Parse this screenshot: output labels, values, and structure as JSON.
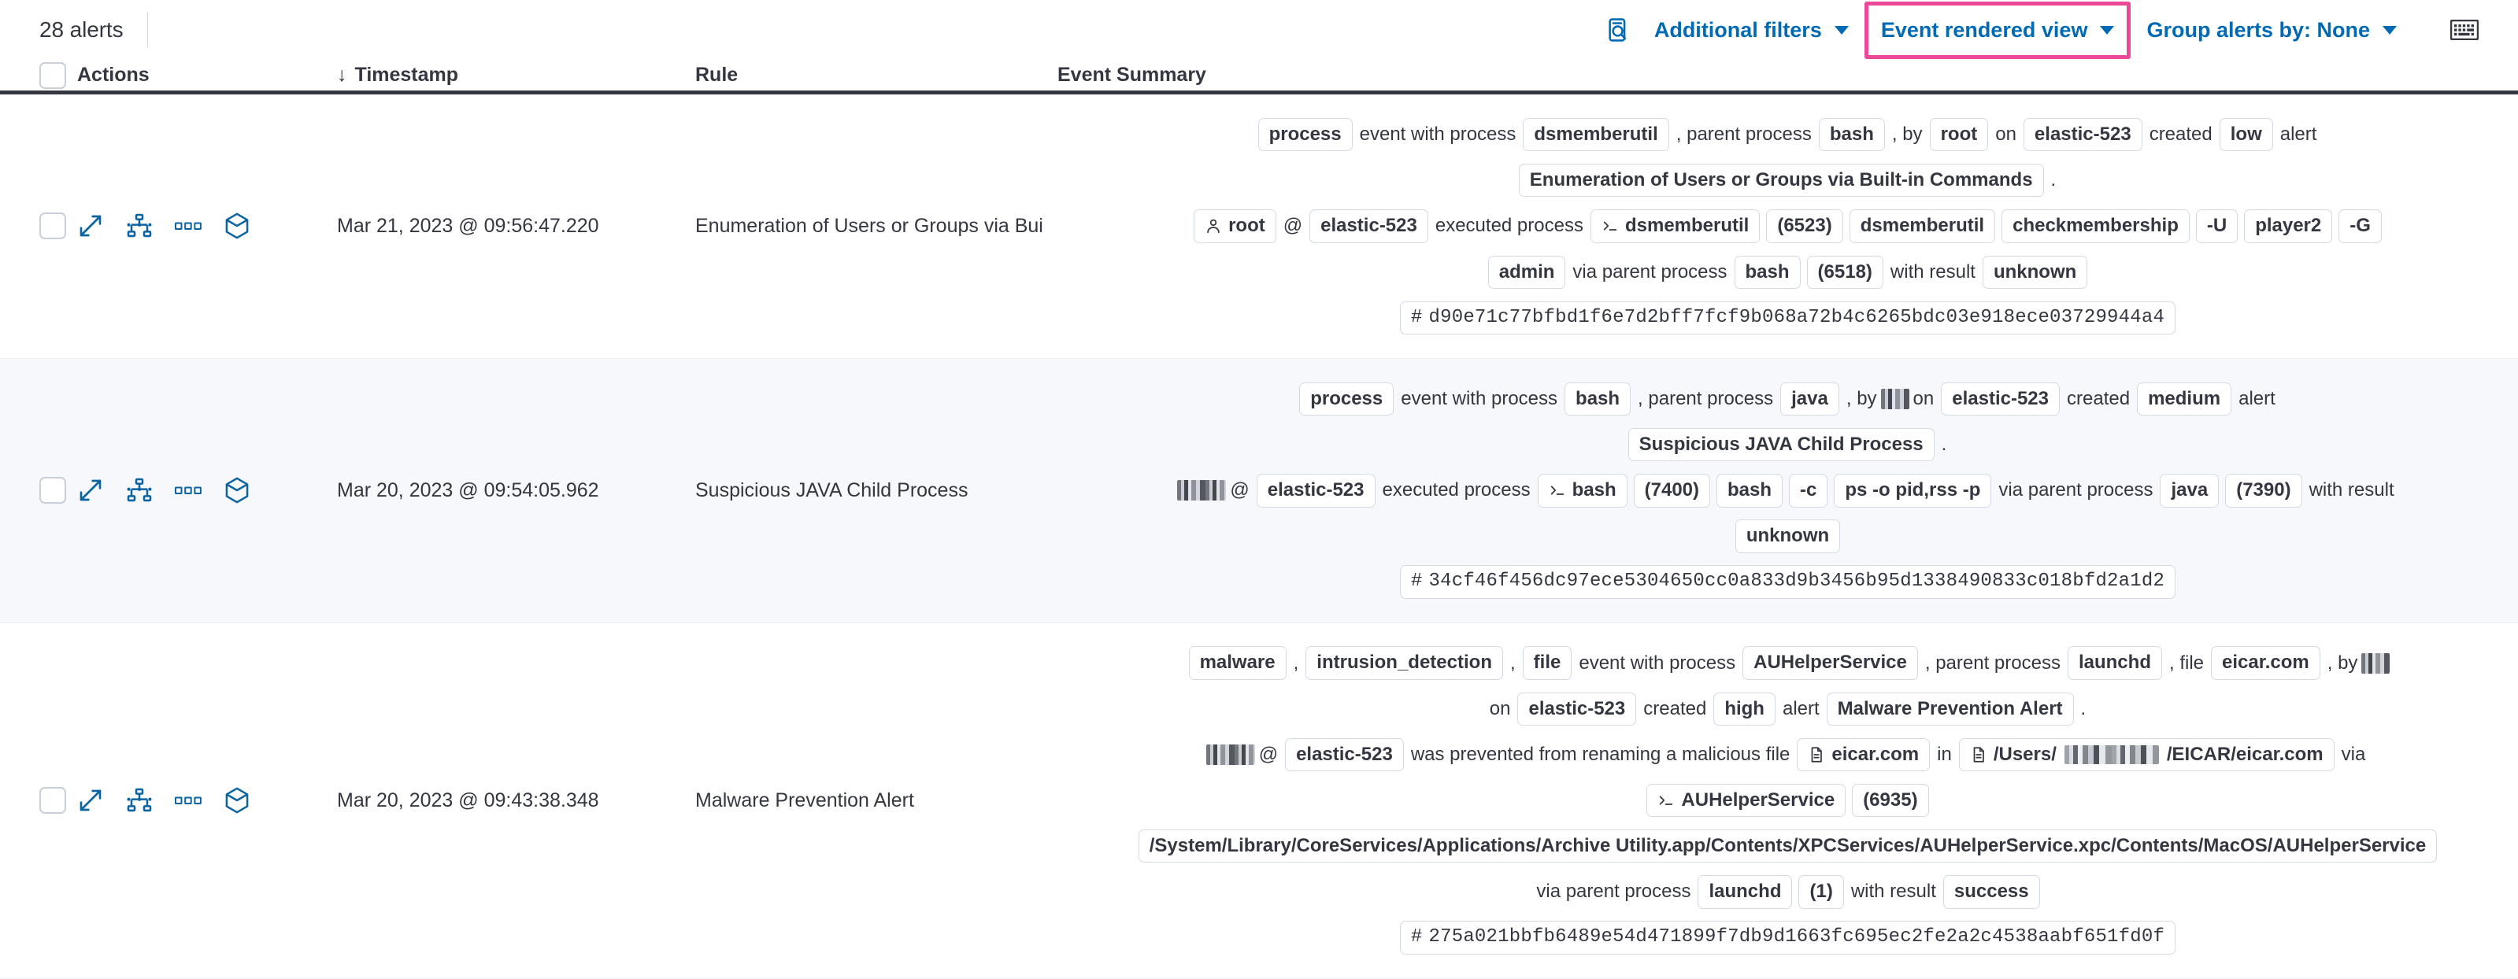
{
  "toolbar": {
    "alerts_count": "28 alerts",
    "inspect_icon": "inspect-magnifier-icon",
    "additional_filters_label": "Additional filters",
    "event_rendered_view_label": "Event rendered view",
    "group_alerts_label": "Group alerts by: None",
    "keyboard_icon": "keyboard-icon",
    "highlight_color": "#EC4899",
    "link_color": "#006BB4"
  },
  "table": {
    "headers": {
      "select_all": "select-all-checkbox",
      "actions": "Actions",
      "timestamp": "Timestamp",
      "timestamp_sort": "↓",
      "rule": "Rule",
      "event_summary": "Event Summary"
    },
    "row_actions": [
      {
        "name": "expand-icon",
        "title": "Expand"
      },
      {
        "name": "analyzer-icon",
        "title": "Analyze event"
      },
      {
        "name": "more-actions-icon",
        "title": "More actions"
      },
      {
        "name": "session-view-cube-icon",
        "title": "Open session view"
      }
    ],
    "rows": [
      {
        "timestamp": "Mar 21, 2023 @ 09:56:47.220",
        "rule": "Enumeration of Users or Groups via Bui",
        "summary_lines": [
          [
            {
              "t": "pill",
              "v": "process"
            },
            {
              "t": "text",
              "v": "event with process"
            },
            {
              "t": "pill",
              "v": "dsmemberutil"
            },
            {
              "t": "text",
              "v": ", parent process"
            },
            {
              "t": "pill",
              "v": "bash"
            },
            {
              "t": "text",
              "v": ", by"
            },
            {
              "t": "pill",
              "v": "root"
            },
            {
              "t": "text",
              "v": "on"
            },
            {
              "t": "pill",
              "v": "elastic-523"
            },
            {
              "t": "text",
              "v": "created"
            },
            {
              "t": "pill",
              "v": "low"
            },
            {
              "t": "text",
              "v": "alert"
            }
          ],
          [
            {
              "t": "pill",
              "v": "Enumeration of Users or Groups via Built-in Commands"
            },
            {
              "t": "text",
              "v": "."
            }
          ],
          [
            {
              "t": "pill",
              "v": "root",
              "icon": "user-icon"
            },
            {
              "t": "text",
              "v": "@"
            },
            {
              "t": "pill",
              "v": "elastic-523"
            },
            {
              "t": "text",
              "v": "executed process"
            },
            {
              "t": "pill",
              "v": "dsmemberutil",
              "icon": "console-icon"
            },
            {
              "t": "pill",
              "v": "(6523)"
            },
            {
              "t": "pill",
              "v": "dsmemberutil"
            },
            {
              "t": "pill",
              "v": "checkmembership"
            },
            {
              "t": "pill",
              "v": "-U"
            },
            {
              "t": "pill",
              "v": "player2"
            },
            {
              "t": "pill",
              "v": "-G"
            }
          ],
          [
            {
              "t": "pill",
              "v": "admin"
            },
            {
              "t": "text",
              "v": "via parent process"
            },
            {
              "t": "pill",
              "v": "bash"
            },
            {
              "t": "pill",
              "v": "(6518)"
            },
            {
              "t": "text",
              "v": "with result"
            },
            {
              "t": "pill",
              "v": "unknown"
            }
          ],
          [
            {
              "t": "hash",
              "v": "d90e71c77bfbd1f6e7d2bff7fcf9b068a72b4c6265bdc03e918ece03729944a4"
            }
          ]
        ]
      },
      {
        "timestamp": "Mar 20, 2023 @ 09:54:05.962",
        "rule": "Suspicious JAVA Child Process",
        "summary_lines": [
          [
            {
              "t": "pill",
              "v": "process"
            },
            {
              "t": "text",
              "v": "event with process"
            },
            {
              "t": "pill",
              "v": "bash"
            },
            {
              "t": "text",
              "v": ", parent process"
            },
            {
              "t": "pill",
              "v": "java"
            },
            {
              "t": "text",
              "v": ", by"
            },
            {
              "t": "redact",
              "v": ""
            },
            {
              "t": "text",
              "v": "on"
            },
            {
              "t": "pill",
              "v": "elastic-523"
            },
            {
              "t": "text",
              "v": "created"
            },
            {
              "t": "pill",
              "v": "medium"
            },
            {
              "t": "text",
              "v": "alert"
            }
          ],
          [
            {
              "t": "pill",
              "v": "Suspicious JAVA Child Process"
            },
            {
              "t": "text",
              "v": "."
            }
          ],
          [
            {
              "t": "redactwide",
              "v": ""
            },
            {
              "t": "text",
              "v": "@"
            },
            {
              "t": "pill",
              "v": "elastic-523"
            },
            {
              "t": "text",
              "v": "executed process"
            },
            {
              "t": "pill",
              "v": "bash",
              "icon": "console-icon"
            },
            {
              "t": "pill",
              "v": "(7400)"
            },
            {
              "t": "pill",
              "v": "bash"
            },
            {
              "t": "pill",
              "v": "-c"
            },
            {
              "t": "pill",
              "v": "ps -o pid,rss -p"
            },
            {
              "t": "text",
              "v": "via parent process"
            },
            {
              "t": "pill",
              "v": "java"
            },
            {
              "t": "pill",
              "v": "(7390)"
            },
            {
              "t": "text",
              "v": "with result"
            }
          ],
          [
            {
              "t": "pill",
              "v": "unknown"
            }
          ],
          [
            {
              "t": "hash",
              "v": "34cf46f456dc97ece5304650cc0a833d9b3456b95d1338490833c018bfd2a1d2"
            }
          ]
        ]
      },
      {
        "timestamp": "Mar 20, 2023 @ 09:43:38.348",
        "rule": "Malware Prevention Alert",
        "summary_lines": [
          [
            {
              "t": "pill",
              "v": "malware"
            },
            {
              "t": "text",
              "v": ","
            },
            {
              "t": "pill",
              "v": "intrusion_detection"
            },
            {
              "t": "text",
              "v": ","
            },
            {
              "t": "pill",
              "v": "file"
            },
            {
              "t": "text",
              "v": "event with process"
            },
            {
              "t": "pill",
              "v": "AUHelperService"
            },
            {
              "t": "text",
              "v": ", parent process"
            },
            {
              "t": "pill",
              "v": "launchd"
            },
            {
              "t": "text",
              "v": ", file"
            },
            {
              "t": "pill",
              "v": "eicar.com"
            },
            {
              "t": "text",
              "v": ", by"
            },
            {
              "t": "redact",
              "v": ""
            }
          ],
          [
            {
              "t": "text",
              "v": "on"
            },
            {
              "t": "pill",
              "v": "elastic-523"
            },
            {
              "t": "text",
              "v": "created"
            },
            {
              "t": "pill",
              "v": "high"
            },
            {
              "t": "text",
              "v": "alert"
            },
            {
              "t": "pill",
              "v": "Malware Prevention Alert"
            },
            {
              "t": "text",
              "v": "."
            }
          ],
          [
            {
              "t": "redactwide",
              "v": ""
            },
            {
              "t": "text",
              "v": "@"
            },
            {
              "t": "pill",
              "v": "elastic-523"
            },
            {
              "t": "text",
              "v": "was prevented from renaming a malicious file"
            },
            {
              "t": "pill",
              "v": "eicar.com",
              "icon": "file-icon"
            },
            {
              "t": "text",
              "v": "in"
            },
            {
              "t": "pillpath",
              "pre": "/Users/",
              "post": "/EICAR/eicar.com",
              "icon": "file-icon"
            },
            {
              "t": "text",
              "v": "via"
            }
          ],
          [
            {
              "t": "pill",
              "v": "AUHelperService",
              "icon": "console-icon"
            },
            {
              "t": "pill",
              "v": "(6935)"
            }
          ],
          [
            {
              "t": "pill",
              "v": "/System/Library/CoreServices/Applications/Archive Utility.app/Contents/XPCServices/AUHelperService.xpc/Contents/MacOS/AUHelperService"
            }
          ],
          [
            {
              "t": "text",
              "v": "via parent process"
            },
            {
              "t": "pill",
              "v": "launchd"
            },
            {
              "t": "pill",
              "v": "(1)"
            },
            {
              "t": "text",
              "v": "with result"
            },
            {
              "t": "pill",
              "v": "success"
            }
          ],
          [
            {
              "t": "hash",
              "v": "275a021bbfb6489e54d471899f7db9d1663fc695ec2fe2a2c4538aabf651fd0f"
            }
          ]
        ]
      }
    ]
  }
}
